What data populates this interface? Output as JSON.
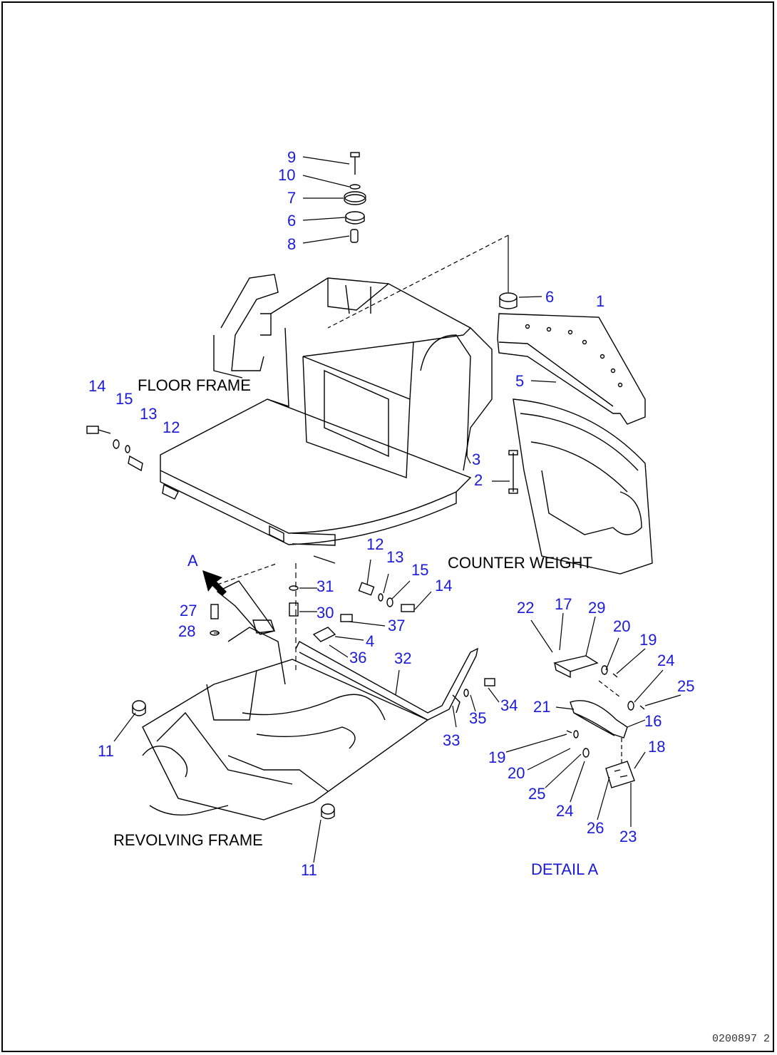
{
  "labels": {
    "floor_frame": "FLOOR FRAME",
    "counter_weight": "COUNTER WEIGHT",
    "revolving_frame": "REVOLVING FRAME",
    "detail_a": "DETAIL A",
    "view_arrow": "A"
  },
  "drawing_number": "0200897 2",
  "colors": {
    "callout": "#1a1adb",
    "line": "#000000"
  },
  "callouts": {
    "c9": "9",
    "c10": "10",
    "c7": "7",
    "c6a": "6",
    "c8": "8",
    "c6b": "6",
    "c1": "1",
    "c5": "5",
    "c3": "3",
    "c2": "2",
    "c14a": "14",
    "c15a": "15",
    "c13a": "13",
    "c12a": "12",
    "c12b": "12",
    "c13b": "13",
    "c15b": "15",
    "c14b": "14",
    "c31": "31",
    "c30": "30",
    "c37": "37",
    "c4": "4",
    "c36": "36",
    "c27": "27",
    "c28": "28",
    "c32": "32",
    "c34": "34",
    "c35": "35",
    "c33": "33",
    "c11a": "11",
    "c11b": "11",
    "c22": "22",
    "c17": "17",
    "c29": "29",
    "c20a": "20",
    "c19a": "19",
    "c24a": "24",
    "c25a": "25",
    "c21": "21",
    "c16": "16",
    "c18": "18",
    "c19b": "19",
    "c20b": "20",
    "c25b": "25",
    "c24b": "24",
    "c26": "26",
    "c23": "23"
  }
}
